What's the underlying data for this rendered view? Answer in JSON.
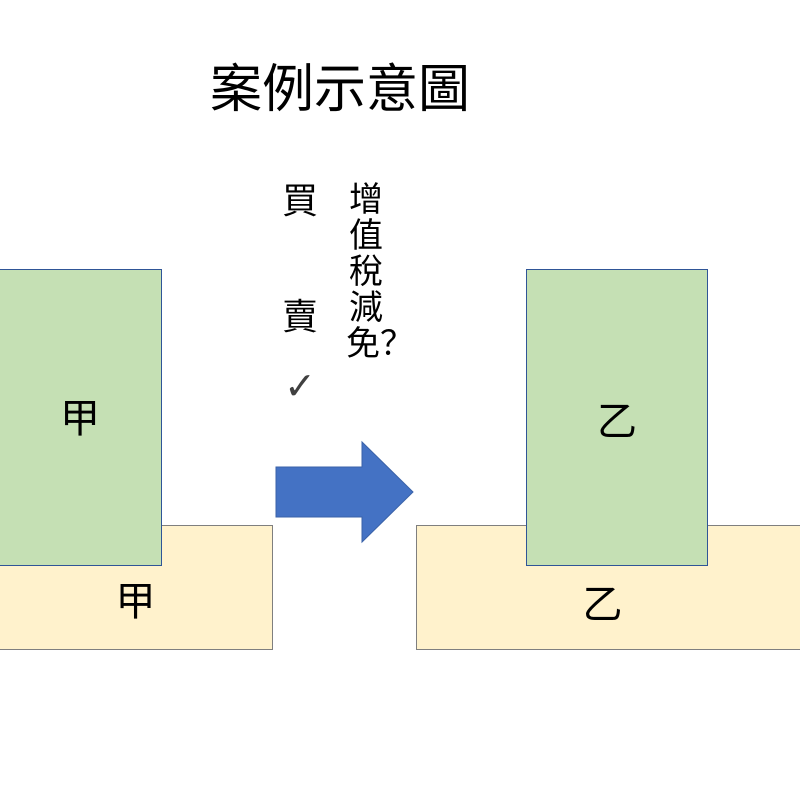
{
  "title": "案例示意圖",
  "left": {
    "building_label": "甲",
    "land_label": "甲"
  },
  "right": {
    "building_label": "乙",
    "land_label": "乙"
  },
  "transaction": {
    "buy_label": "買",
    "sell_label": "賣",
    "check_mark": "✓",
    "question_text": "增值稅減免？"
  },
  "colors": {
    "building_fill": "#c5e0b4",
    "land_fill": "#fff2cc",
    "arrow_fill": "#4472c4",
    "check_color": "#404040"
  }
}
